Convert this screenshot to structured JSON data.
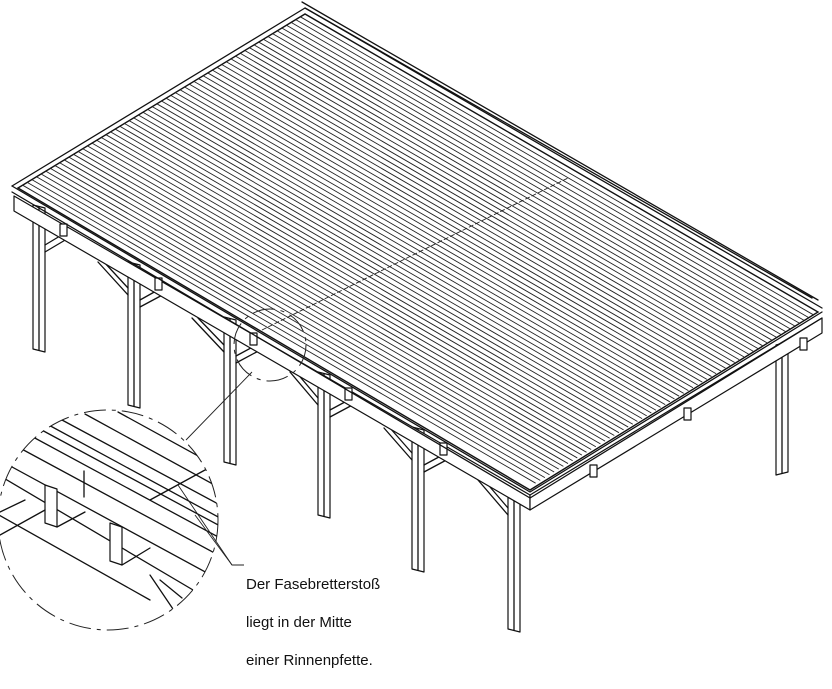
{
  "diagram": {
    "type": "isometric assembly drawing",
    "subject": "carport with flat roof (Fasebretter) on posts with knee braces",
    "annotation": {
      "line1": "Der Fasebretterstoß",
      "line2": "liegt in der Mitte",
      "line3": "einer Rinnenpfette."
    },
    "detail_callout": {
      "label": "detail-circle",
      "shows": "board joint centered over gutter purlin"
    },
    "colors": {
      "line": "#111111",
      "background": "#ffffff"
    }
  }
}
